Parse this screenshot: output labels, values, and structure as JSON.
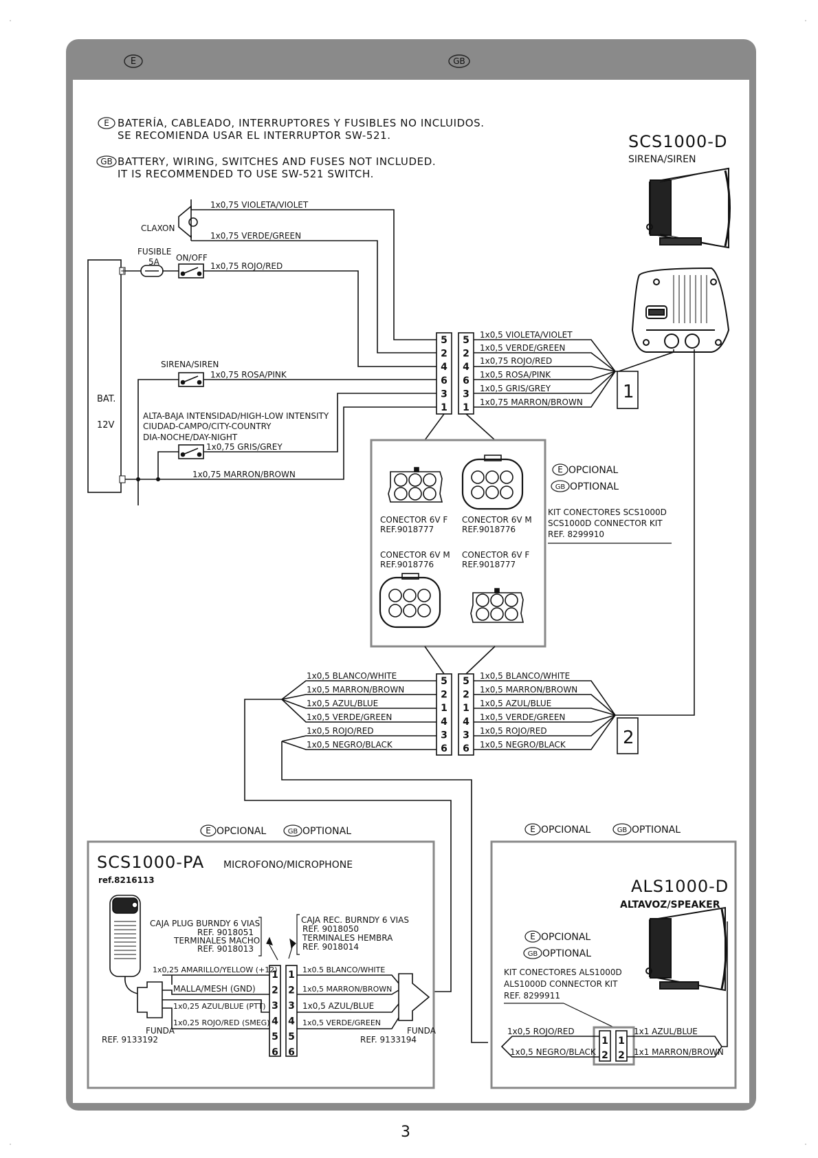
{
  "header": {
    "lang_e": "E",
    "lang_gb": "GB"
  },
  "notes": {
    "e_line1": "BATERÍA, CABLEADO, INTERRUPTORES Y FUSIBLES NO INCLUIDOS.",
    "e_line2": "SE RECOMIENDA USAR EL INTERRUPTOR SW-521.",
    "gb_line1": "BATTERY, WIRING, SWITCHES AND FUSES NOT INCLUDED.",
    "gb_line2": "IT IS RECOMMENDED TO USE SW-521 SWITCH."
  },
  "siren": {
    "model": "SCS1000-D",
    "label": "SIRENA/SIREN"
  },
  "battery": {
    "label": "BAT.",
    "voltage": "12V",
    "plus": "+",
    "minus": "-"
  },
  "components": {
    "claxon": "CLAXON",
    "fuse": "FUSIBLE",
    "fuse_rating": "5A",
    "onoff": "ON/OFF",
    "siren_switch": "SIRENA/SIREN",
    "intensity_1": "ALTA-BAJA INTENSIDAD/HIGH-LOW INTENSITY",
    "intensity_2": "CIUDAD-CAMPO/CITY-COUNTRY",
    "intensity_3": "DIA-NOCHE/DAY-NIGHT"
  },
  "wires_left": {
    "violet": "1x0,75 VIOLETA/VIOLET",
    "green": "1x0,75 VERDE/GREEN",
    "red": "1x0,75 ROJO/RED",
    "pink": "1x0,75 ROSA/PINK",
    "grey": "1x0,75 GRIS/GREY",
    "brown": "1x0,75 MARRON/BROWN"
  },
  "connector1": {
    "pins": [
      "5",
      "2",
      "4",
      "6",
      "3",
      "1"
    ],
    "wires": [
      "1x0,5 VIOLETA/VIOLET",
      "1x0,5 VERDE/GREEN",
      "1x0,75 ROJO/RED",
      "1x0,5 ROSA/PINK",
      "1x0,5 GRIS/GREY",
      "1x0,75 MARRON/BROWN"
    ],
    "number": "1"
  },
  "optional_kit": {
    "opt_e": "OPCIONAL",
    "opt_gb": "OPTIONAL",
    "kit_1": "KIT CONECTORES SCS1000D",
    "kit_2": "SCS1000D CONNECTOR KIT",
    "kit_3": "REF. 8299910",
    "c1_name": "CONECTOR 6V F",
    "c1_ref": "REF.9018777",
    "c2_name": "CONECTOR 6V M",
    "c2_ref": "REF.9018776",
    "c3_name": "CONECTOR 6V M",
    "c3_ref": "REF.9018776",
    "c4_name": "CONECTOR 6V F",
    "c4_ref": "REF.9018777"
  },
  "connector2": {
    "pins": [
      "5",
      "2",
      "1",
      "4",
      "3",
      "6"
    ],
    "wires_left": [
      "1x0,5 BLANCO/WHITE",
      "1x0,5 MARRON/BROWN",
      "1x0,5 AZUL/BLUE",
      "1x0,5 VERDE/GREEN",
      "1x0,5 ROJO/RED",
      "1x0,5 NEGRO/BLACK"
    ],
    "wires_right": [
      "1x0,5 BLANCO/WHITE",
      "1x0,5 MARRON/BROWN",
      "1x0,5 AZUL/BLUE",
      "1x0,5 VERDE/GREEN",
      "1x0,5 ROJO/RED",
      "1x0,5 NEGRO/BLACK"
    ],
    "number": "2"
  },
  "mic_section": {
    "opt_e": "OPCIONAL",
    "opt_gb": "OPTIONAL",
    "model": "SCS1000-PA",
    "subtitle": "MICROFONO/MICROPHONE",
    "ref": "ref.8216113",
    "plug_1": "CAJA PLUG BURNDY 6 VIAS",
    "plug_2": "REF. 9018051",
    "plug_3": "TERMINALES MACHO",
    "plug_4": "REF. 9018013",
    "rec_1": "CAJA REC. BURNDY 6 VIAS",
    "rec_2": "REF. 9018050",
    "rec_3": "TERMINALES HEMBRA",
    "rec_4": "REF. 9018014",
    "pins": [
      "1",
      "2",
      "3",
      "4",
      "5",
      "6"
    ],
    "wires_left": [
      "1x0,25 AMARILLO/YELLOW (+12)",
      "MALLA/MESH (GND)",
      "1x0,25 AZUL/BLUE (PTT)",
      "1x0,25 ROJO/RED (SMEG)"
    ],
    "wires_right": [
      "1x0.5 BLANCO/WHITE",
      "1x0,5 MARRON/BROWN",
      "1x0,5 AZUL/BLUE",
      "1x0,5 VERDE/GREEN"
    ],
    "funda_left": "FUNDA",
    "funda_left_ref": "REF. 9133192",
    "funda_right": "FUNDA",
    "funda_right_ref": "REF. 9133194"
  },
  "speaker_section": {
    "opt_e": "OPCIONAL",
    "opt_gb": "OPTIONAL",
    "model": "ALS1000-D",
    "subtitle": "ALTAVOZ/SPEAKER",
    "opt2_e": "OPCIONAL",
    "opt2_gb": "OPTIONAL",
    "kit_1": "KIT CONECTORES ALS1000D",
    "kit_2": "ALS1000D CONNECTOR KIT",
    "kit_3": "REF. 8299911",
    "pins": [
      "1",
      "2"
    ],
    "wires_left": [
      "1x0,5 ROJO/RED",
      "1x0,5 NEGRO/BLACK"
    ],
    "wires_right": [
      "1x1 AZUL/BLUE",
      "1x1 MARRON/BROWN"
    ]
  },
  "page_number": "3"
}
